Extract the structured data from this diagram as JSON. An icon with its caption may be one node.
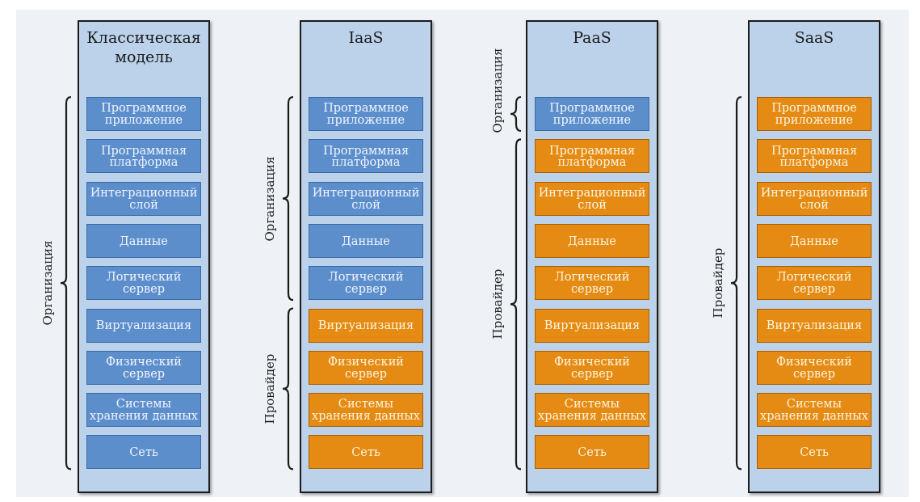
{
  "diagram": {
    "nodes": [
      {
        "text": [
          "Классическая модель"
        ]
      },
      {
        "text": [
          "Программное приложение"
        ],
        "in": 0
      },
      {
        "text": [
          "Программная платформа"
        ],
        "in": 0
      },
      {
        "text": [
          "Интеграционный слой"
        ],
        "in": 0
      },
      {
        "text": [
          "Данные"
        ],
        "in": 0
      },
      {
        "text": [
          "Логический сервер"
        ],
        "in": 0
      },
      {
        "text": [
          "Виртуализация"
        ],
        "in": 0
      },
      {
        "text": [
          "Физический сервер"
        ],
        "in": 0
      },
      {
        "text": [
          "Системы хранения данных"
        ],
        "in": 0
      },
      {
        "text": [
          "Сеть"
        ],
        "in": 0
      },
      {
        "text": [
          "IaaS"
        ]
      },
      {
        "text": [
          "Программное приложение"
        ],
        "in": 10
      },
      {
        "text": [
          "Программная платформа"
        ],
        "in": 10
      },
      {
        "text": [
          "Интеграционный слой"
        ],
        "in": 10
      },
      {
        "text": [
          "Данные"
        ],
        "in": 10
      },
      {
        "text": [
          "Логический сервер"
        ],
        "in": 10
      },
      {
        "text": [
          "Виртуализация"
        ],
        "in": 10
      },
      {
        "text": [
          "Физический сервер"
        ],
        "in": 10
      },
      {
        "text": [
          "Системы хранения данных"
        ],
        "in": 10
      },
      {
        "text": [
          "Сеть"
        ],
        "in": 10
      },
      {
        "text": [
          "PaaS"
        ]
      },
      {
        "text": [
          "Программное приложение"
        ],
        "in": 20
      },
      {
        "text": [
          "Программная платформа"
        ],
        "in": 20
      },
      {
        "text": [
          "Интеграционный слой"
        ],
        "in": 20
      },
      {
        "text": [
          "Данные"
        ],
        "in": 20
      },
      {
        "text": [
          "Логический сервер"
        ],
        "in": 20
      },
      {
        "text": [
          "Виртуализация"
        ],
        "in": 20
      },
      {
        "text": [
          "Физический сервер"
        ],
        "in": 20
      },
      {
        "text": [
          "Системы хранения данных"
        ],
        "in": 20
      },
      {
        "text": [
          "Сеть"
        ],
        "in": 20
      },
      {
        "text": [
          "SaaS"
        ]
      },
      {
        "text": [
          "Программное приложение"
        ],
        "in": 30
      },
      {
        "text": [
          "Программная платформа"
        ],
        "in": 30
      },
      {
        "text": [
          "Интеграционный слой"
        ],
        "in": 30
      },
      {
        "text": [
          "Данные"
        ],
        "in": 30
      },
      {
        "text": [
          "Логический сервер"
        ],
        "in": 30
      },
      {
        "text": [
          "Виртуализация"
        ],
        "in": 30
      },
      {
        "text": [
          "Физический сервер"
        ],
        "in": 30
      },
      {
        "text": [
          "Системы хранения данных"
        ],
        "in": 30
      },
      {
        "text": [
          "Сеть"
        ],
        "in": 30
      }
    ],
    "labels": [
      "Организация",
      "Организация",
      "Провайдер",
      "Организация",
      "Провайдер",
      "Провайдер"
    ]
  }
}
